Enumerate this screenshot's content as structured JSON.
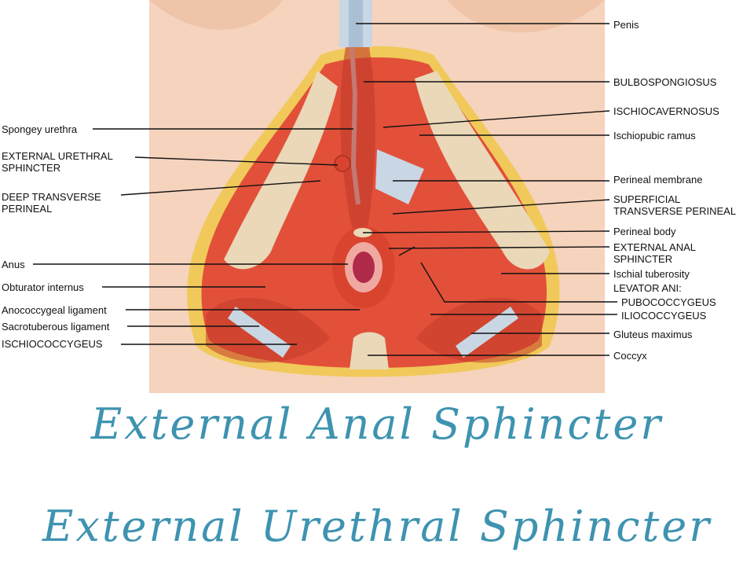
{
  "colors": {
    "skin": "#f6d3bd",
    "muscle": "#e2503a",
    "muscle_dark": "#c23a28",
    "fat": "#f0c95a",
    "bone": "#ead8b8",
    "ligament": "#c9d6e3",
    "title": "#3e93b0",
    "leader": "#111111"
  },
  "labels_left": {
    "spongey_urethra": "Spongey urethra",
    "external_urethral_sphincter": "EXTERNAL URETHRAL\nSPHINCTER",
    "deep_transverse_perineal": "DEEP TRANSVERSE\nPERINEAL",
    "anus": "Anus",
    "obturator_internus": "Obturator internus",
    "anococcygeal_ligament": "Anococcygeal ligament",
    "sacrotuberous_ligament": "Sacrotuberous ligament",
    "ischiococcygeus": "ISCHIOCOCCYGEUS"
  },
  "labels_right": {
    "penis": "Penis",
    "bulbospongiosus": "BULBOSPONGIOSUS",
    "ischiocavernosus": "ISCHIOCAVERNOSUS",
    "ischiopubic_ramus": "Ischiopubic ramus",
    "perineal_membrane": "Perineal membrane",
    "superficial_transverse_perineal": "SUPERFICIAL\nTRANSVERSE PERINEAL",
    "perineal_body": "Perineal body",
    "external_anal_sphincter": "EXTERNAL ANAL\nSPHINCTER",
    "ischial_tuberosity": "Ischial tuberosity",
    "levator_ani": "LEVATOR ANI:",
    "pubococcygeus": "PUBOCOCCYGEUS",
    "iliococcygeus": "ILIOCOCCYGEUS",
    "gluteus_maximus": "Gluteus maximus",
    "coccyx": "Coccyx"
  },
  "titles": {
    "line1": "External Anal Sphincter",
    "line2": "External Urethral Sphincter"
  }
}
